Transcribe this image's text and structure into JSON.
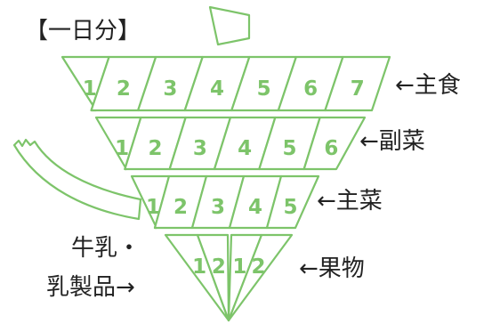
{
  "title": "【一日分】",
  "categories": [
    {
      "key": "staple",
      "label": "←主食",
      "servings": [
        "1",
        "2",
        "3",
        "4",
        "5",
        "6",
        "7"
      ]
    },
    {
      "key": "side",
      "label": "←副菜",
      "servings": [
        "1",
        "2",
        "3",
        "4",
        "5",
        "6"
      ]
    },
    {
      "key": "main",
      "label": "←主菜",
      "servings": [
        "1",
        "2",
        "3",
        "4",
        "5"
      ]
    },
    {
      "key": "dairy",
      "label_line1": "牛乳・",
      "label_line2": "乳製品→",
      "servings": [
        "1",
        "2"
      ]
    },
    {
      "key": "fruit",
      "label": "←果物",
      "servings": [
        "1",
        "2"
      ]
    }
  ],
  "colors": {
    "outline": "#7dc46a",
    "text": "#222222",
    "background": "#ffffff"
  }
}
